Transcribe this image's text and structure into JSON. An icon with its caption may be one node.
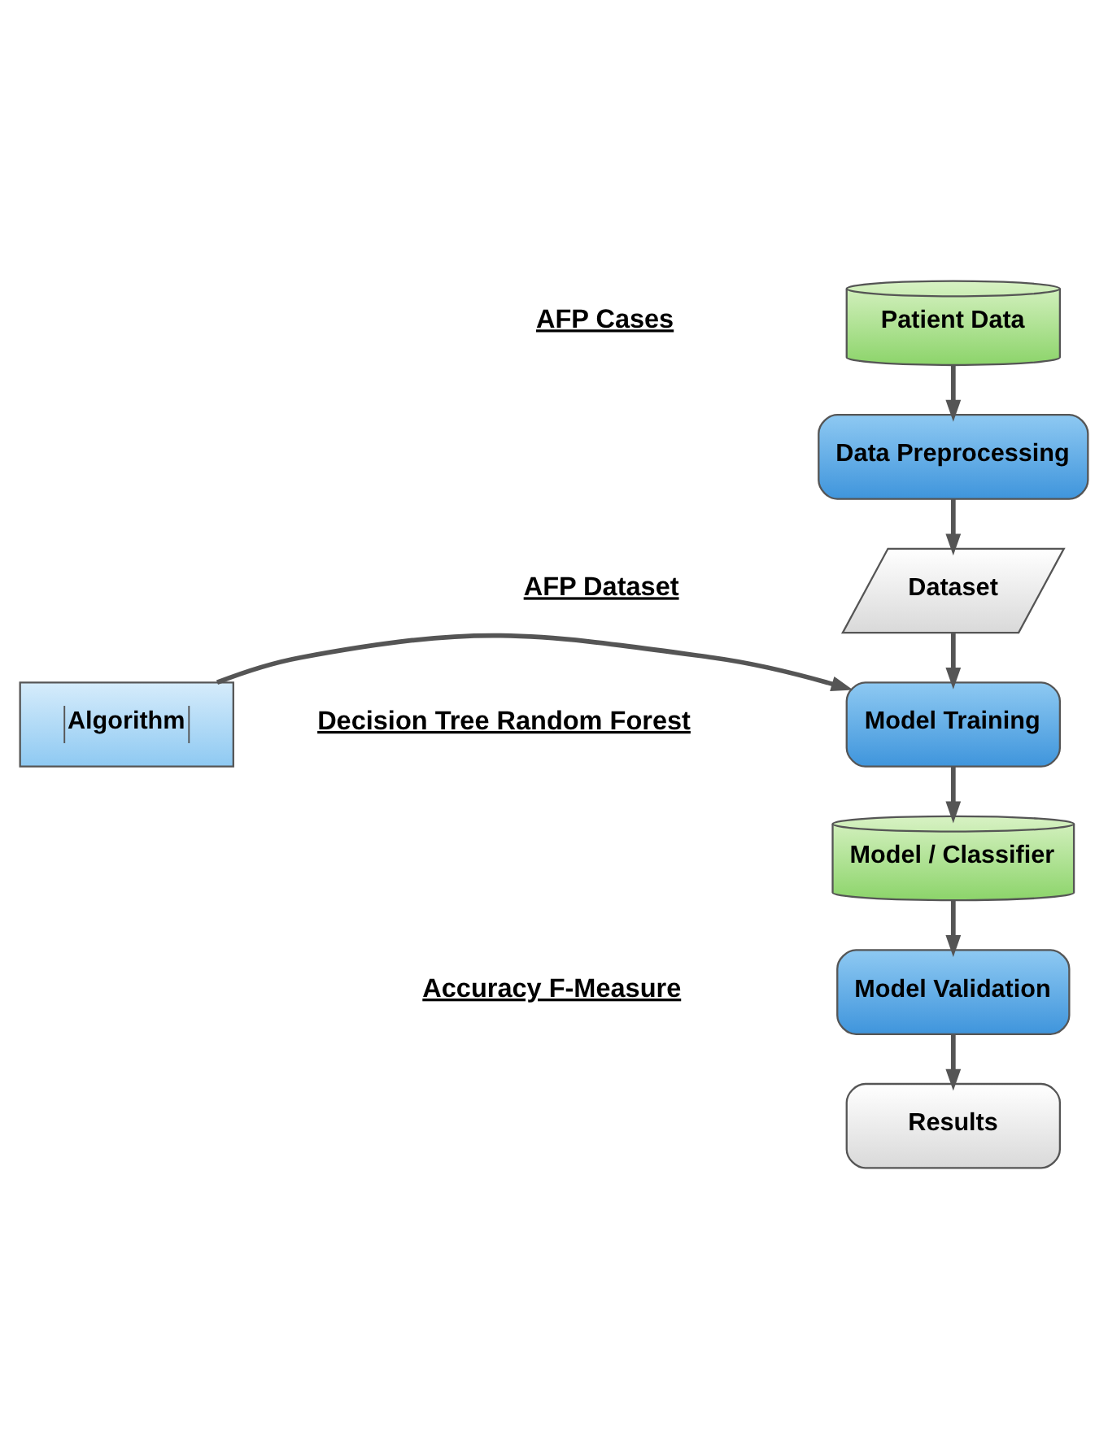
{
  "diagram": {
    "nodes": [
      {
        "text": [
          "Patient Data"
        ]
      },
      {
        "text": [
          "Data Preprocessing"
        ]
      },
      {
        "text": [
          "Dataset"
        ]
      },
      {
        "text": [
          "Model Training"
        ]
      },
      {
        "text": [
          "Algorithm"
        ]
      },
      {
        "text": [
          "Model / Classifier"
        ]
      },
      {
        "text": [
          "Model Validation"
        ]
      },
      {
        "text": [
          "Results"
        ]
      }
    ],
    "edges": [
      {
        "from": 0,
        "to": 1,
        "arrow": "to"
      },
      {
        "from": 1,
        "to": 2,
        "arrow": "to"
      },
      {
        "from": 2,
        "to": 3,
        "arrow": "to"
      },
      {
        "from": 4,
        "to": 3,
        "arrow": "to"
      },
      {
        "from": 3,
        "to": 5,
        "arrow": "to"
      },
      {
        "from": 5,
        "to": 6,
        "arrow": "to"
      },
      {
        "from": 6,
        "to": 7,
        "arrow": "to"
      }
    ],
    "labels": [
      "AFP Cases",
      "AFP Dataset",
      "Decision Tree Random Forest",
      "Accuracy F-Measure"
    ]
  }
}
